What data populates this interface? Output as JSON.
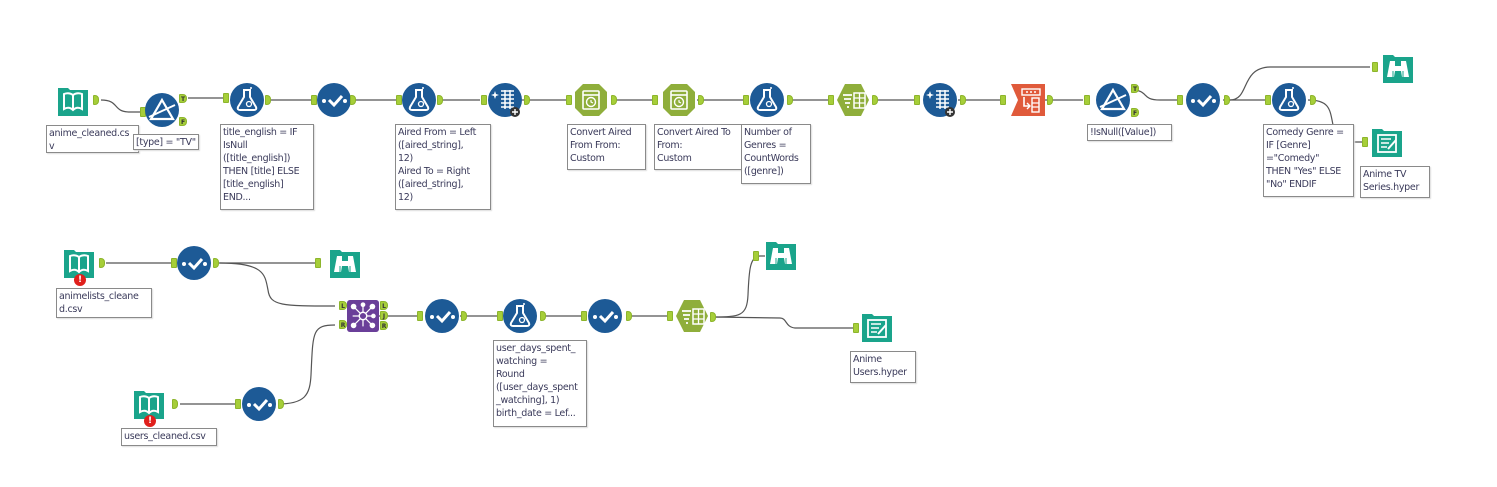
{
  "workflow": {
    "colors": {
      "input": "#1aa48b",
      "prep_blue": "#1d5a96",
      "parse_green": "#8fae3b",
      "transform_red": "#e05a3b",
      "join_purple": "#6a3f99",
      "anchor": "#a6ce39",
      "connector": "#555555"
    },
    "tools": {
      "input_anime": {
        "type": "input-data",
        "annotation": "anime_cleaned.cs\nv"
      },
      "filter_tv": {
        "type": "filter",
        "annotation": "[type] = \"TV\"",
        "anchors": [
          "T",
          "F"
        ]
      },
      "formula_title": {
        "type": "formula",
        "annotation": "title_english = IF\nIsNull\n([title_english])\nTHEN [title] ELSE\n[title_english]\nEND..."
      },
      "select_1": {
        "type": "select"
      },
      "formula_aired": {
        "type": "formula",
        "annotation": "Aired From = Left\n([aired_string],\n12)\nAired To = Right\n([aired_string],\n12)"
      },
      "multifield_1": {
        "type": "multi-field-formula"
      },
      "datetime_from": {
        "type": "datetime",
        "annotation": "Convert Aired\nFrom From:\nCustom"
      },
      "datetime_to": {
        "type": "datetime",
        "annotation": "Convert Aired To\nFrom:\nCustom"
      },
      "formula_genres": {
        "type": "formula",
        "annotation": "Number of\nGenres =\nCountWords\n([genre])"
      },
      "text_to_columns_1": {
        "type": "text-to-columns"
      },
      "multifield_2": {
        "type": "multi-field-formula"
      },
      "transpose_1": {
        "type": "transpose"
      },
      "filter_null": {
        "type": "filter",
        "annotation": "!IsNull([Value])",
        "anchors": [
          "T",
          "F"
        ]
      },
      "select_2": {
        "type": "select"
      },
      "browse_1": {
        "type": "browse"
      },
      "formula_comedy": {
        "type": "formula",
        "annotation": "Comedy Genre =\nIF [Genre]\n=\"Comedy\"\nTHEN \"Yes\" ELSE\n\"No\" ENDIF"
      },
      "output_anime": {
        "type": "output-data",
        "annotation": "Anime TV\nSeries.hyper"
      },
      "input_animelists": {
        "type": "input-data",
        "annotation": "animelists_cleane\nd.csv",
        "error": "!"
      },
      "select_3": {
        "type": "select"
      },
      "browse_2": {
        "type": "browse"
      },
      "join_1": {
        "type": "join",
        "in_anchors": [
          "L",
          "R"
        ],
        "out_anchors": [
          "L",
          "J",
          "R"
        ]
      },
      "input_users": {
        "type": "input-data",
        "annotation": "users_cleaned.csv",
        "error": "!"
      },
      "select_4": {
        "type": "select"
      },
      "select_5": {
        "type": "select"
      },
      "formula_users": {
        "type": "formula",
        "annotation": "user_days_spent_\nwatching =\nRound\n([user_days_spent\n_watching], 1)\nbirth_date = Lef..."
      },
      "select_6": {
        "type": "select"
      },
      "text_to_columns_2": {
        "type": "text-to-columns"
      },
      "browse_3": {
        "type": "browse"
      },
      "output_users": {
        "type": "output-data",
        "annotation": "Anime\nUsers.hyper"
      }
    },
    "labels": {
      "true_anchor": "T",
      "false_anchor": "F",
      "left_anchor": "L",
      "join_anchor": "J",
      "right_anchor": "R",
      "error_badge": "!"
    }
  }
}
